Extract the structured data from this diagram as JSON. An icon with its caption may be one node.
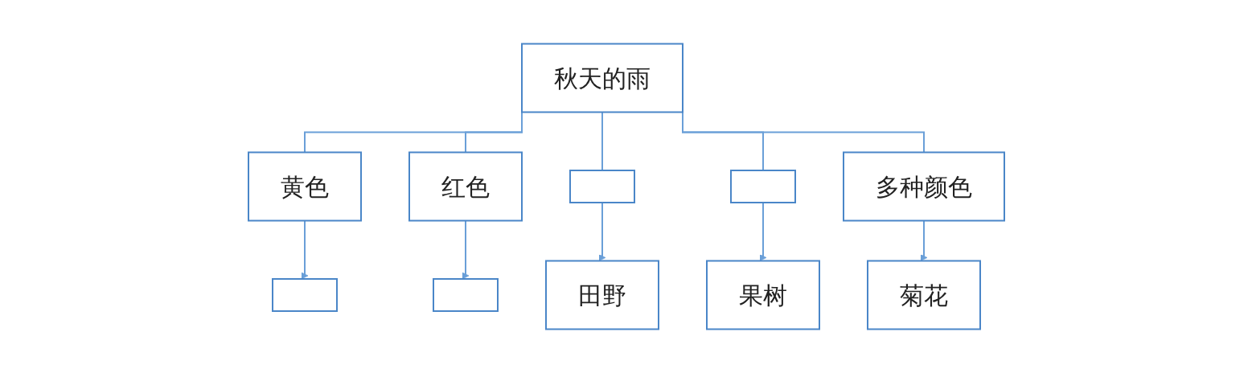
{
  "diagram": {
    "nodes": [
      {
        "text": [
          "秋天的雨"
        ]
      },
      {
        "text": [
          "黄色"
        ]
      },
      {
        "text": [
          "红色"
        ]
      },
      {
        "text": [],
        "shape": "box"
      },
      {
        "text": [],
        "shape": "box"
      },
      {
        "text": [
          "多种颜色"
        ]
      },
      {
        "text": [],
        "shape": "box"
      },
      {
        "text": [],
        "shape": "box"
      },
      {
        "text": [
          "田野"
        ]
      },
      {
        "text": [
          "果树"
        ]
      },
      {
        "text": [
          "菊花"
        ]
      }
    ],
    "edges": [
      {
        "from": 0,
        "to": 1,
        "arrow": "none"
      },
      {
        "from": 0,
        "to": 2,
        "arrow": "none"
      },
      {
        "from": 0,
        "to": 3,
        "arrow": "none"
      },
      {
        "from": 0,
        "to": 4,
        "arrow": "none"
      },
      {
        "from": 0,
        "to": 5,
        "arrow": "none"
      },
      {
        "from": 1,
        "to": 6,
        "arrow": "to"
      },
      {
        "from": 2,
        "to": 7,
        "arrow": "to"
      },
      {
        "from": 3,
        "to": 8,
        "arrow": "to"
      },
      {
        "from": 4,
        "to": 9,
        "arrow": "to"
      },
      {
        "from": 5,
        "to": 10,
        "arrow": "to"
      }
    ]
  }
}
